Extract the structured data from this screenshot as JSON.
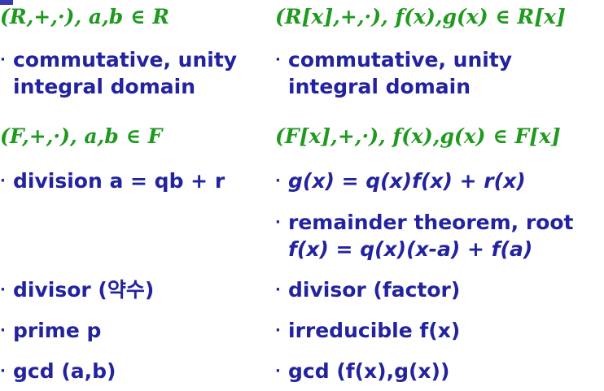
{
  "blocks": {
    "r_header": "(R,+,·),  a,b ∈ R",
    "rx_header": "(R[x],+,·),  f(x),g(x) ∈ R[x]",
    "r_bullet1_line1": "commutative, unity",
    "r_bullet1_line2": "integral domain",
    "rx_bullet1_line1": "commutative, unity",
    "rx_bullet1_line2": "integral domain",
    "f_header": "(F,+,·),  a,b ∈ F",
    "fx_header": "(F[x],+,·),  f(x),g(x) ∈ F[x]",
    "f_division": "division  a = qb + r",
    "fx_division": "g(x) = q(x)f(x) + r(x)",
    "fx_remainder_line1": "remainder theorem, root",
    "fx_remainder_line2": "f(x) = q(x)(x-a) + f(a)",
    "f_divisor": "divisor (약수)",
    "fx_divisor": "divisor (factor)",
    "f_prime": "prime  p",
    "fx_irreducible": "irreducible  f(x)",
    "f_gcd": "gcd (a,b)",
    "fx_gcd": "gcd (f(x),g(x))"
  },
  "bullet_glyph": "·",
  "colors": {
    "header": "#1e9a1e",
    "body": "#2323a0"
  }
}
